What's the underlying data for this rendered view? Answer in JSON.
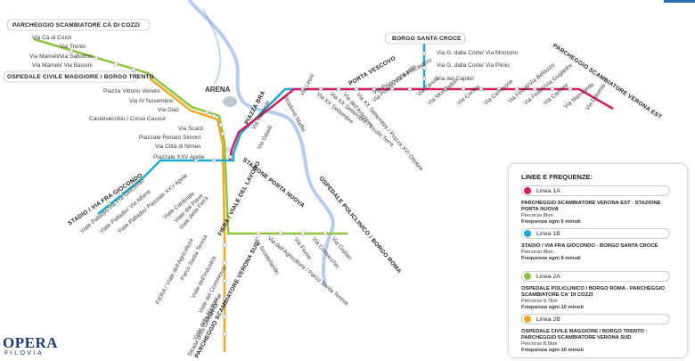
{
  "colors": {
    "line_1a": "#d81b60",
    "line_1b": "#1ba9d6",
    "line_2a": "#8cc63f",
    "line_2b": "#f5a623",
    "river": "#5b8dd9"
  },
  "landmarks": {
    "arena": "ARENA",
    "piazza_bra": "PIAZZA BRA",
    "porta_vescovo": "PORTA VESCOVO",
    "stazione": "STAZIONE PORTA NUOVA",
    "fiera": "FIERA / VIALE DEL LAVORO",
    "policlinico": "OSPEDALE POLICLINICO / BORGO ROMA"
  },
  "terminals": {
    "cozzi": "PARCHEGGIO SCAMBIATORE CÀ DI COZZI",
    "ospedale_civile": "OSPEDALE CIVILE MAGGIORE / BORGO TRENTO",
    "borgo_santa_croce": "BORGO SANTA CROCE",
    "verona_est": "PARCHEGGIO SCAMBIATORE VERONA EST",
    "stadio": "STADIO / VIA FRA GIOCONDO",
    "verona_sud": "PARCHEGGIO SCAMBIATORE VERONA SUD"
  },
  "stops": {
    "north_green": [
      "Via Cà di Cozzi",
      "Via Trento",
      "Via Mameli/Via Sabotino",
      "Via Mameli/ Via Bassini"
    ],
    "trunk": [
      "Piazza Vittorio Veneto",
      "Via IV Novembre",
      "Via Diaz",
      "Castelvecchio / Corso Cavour",
      "Via Scalzi",
      "Piazzale Renato Simoni",
      "Via Città di Nimes",
      "Piazzale XXV Aprile"
    ],
    "santa_croce": [
      "Via G. dalla Corte/ Via Montorio",
      "Via G. dalla Corte/ Via Plinio",
      "Via del Capitel"
    ],
    "east": [
      "Stradone Maffei",
      "Via Leoni",
      "Via XX Settembre",
      "Via XX Settembre / Vicolo Terra",
      "Via XX Settembre / Piazza XVI Ottobre",
      "Via dell'Artigliere",
      "Via Gibelli",
      "Via Pisano/Via Fracastoro",
      "Via Pisano/Via Badile",
      "Via Zanolli",
      "Via Mondadori",
      "Via Corsini",
      "Via Cernisone",
      "Via Fedeli/Via Bellazzo",
      "Via Fedeli/Via Guglielmi",
      "Via Camere",
      "Via Mamoleda",
      "Via Dolomiti"
    ],
    "bra_east": [
      "Via Valverde",
      "Via Gibelli"
    ],
    "stadio": [
      "Viale Palladio/Via Fra Giocondo",
      "Viale Palladio/ Via Albere",
      "Viale Palladio/ Piazzale XXV Aprile",
      "Viale Cardinale",
      "Viale dal Piave",
      "Viale della Fiera"
    ],
    "policlinico": [
      "Via Scuderlando",
      "Via dell'Agricoltura / Parco Santa Teresa",
      "Via Fiume",
      "Via Comacchio",
      "Via Giuliari"
    ],
    "south_orange": [
      "FIERA / Viale dell'Agricoltura",
      "Parco Santa Teresa",
      "Viale dell'Industria",
      "Viale del Commercio",
      "Largo Perlar",
      "Viale delle Nazioni",
      "Strada della Genovesa"
    ]
  },
  "legend": {
    "title": "LINEE E FREQUENZE:",
    "lines": [
      {
        "name": "Linea 1A",
        "color": "#d81b60",
        "route": "PARCHEGGIO SCAMBIATORE VERONA EST - STAZIONE PORTA NUOVA",
        "distance": "Percorso 8km",
        "frequency": "Frequenza ogni 6 minuti"
      },
      {
        "name": "Linea 1B",
        "color": "#1ba9d6",
        "route": "STADIO / VIA FRA GIOCONDO - BORGO SANTA CROCE",
        "distance": "Percorso 8km",
        "frequency": "Frequenza ogni 8 minuti"
      },
      {
        "name": "Linea 2A",
        "color": "#8cc63f",
        "route": "OSPEDALE POLICLINICO / BORGO ROMA - PARCHEGGIO SCAMBIATORE CA' DI COZZI",
        "distance": "Percorso 9,7km",
        "frequency": "Frequenza ogni 10 minuti"
      },
      {
        "name": "Linea 2B",
        "color": "#f5a623",
        "route": "OSPEDALE CIVILE MAGGIORE / BORGO TRENTO - PARCHEGGIO SCAMBIATORE VERONA SUD",
        "distance": "Percorso 8,5km",
        "frequency": "Frequenza ogni 10 minuti"
      }
    ]
  },
  "logo": {
    "brand": "OPERA",
    "sub": "FILOVIA"
  }
}
